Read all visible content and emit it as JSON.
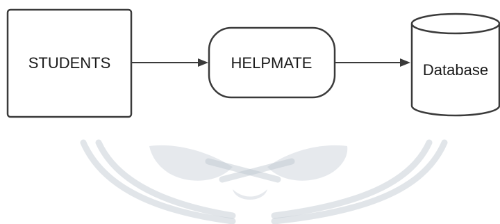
{
  "diagram": {
    "nodes": [
      {
        "id": "students",
        "label": "STUDENTS",
        "shape": "rectangle"
      },
      {
        "id": "helpmate",
        "label": "HELPMATE",
        "shape": "rounded-rectangle"
      },
      {
        "id": "database",
        "label": "Database",
        "shape": "cylinder"
      }
    ],
    "edges": [
      {
        "from": "students",
        "to": "helpmate"
      },
      {
        "from": "helpmate",
        "to": "database"
      }
    ]
  },
  "colors": {
    "stroke": "#3a3a3a",
    "background": "#ffffff",
    "watermark": "#bcc6cf"
  }
}
